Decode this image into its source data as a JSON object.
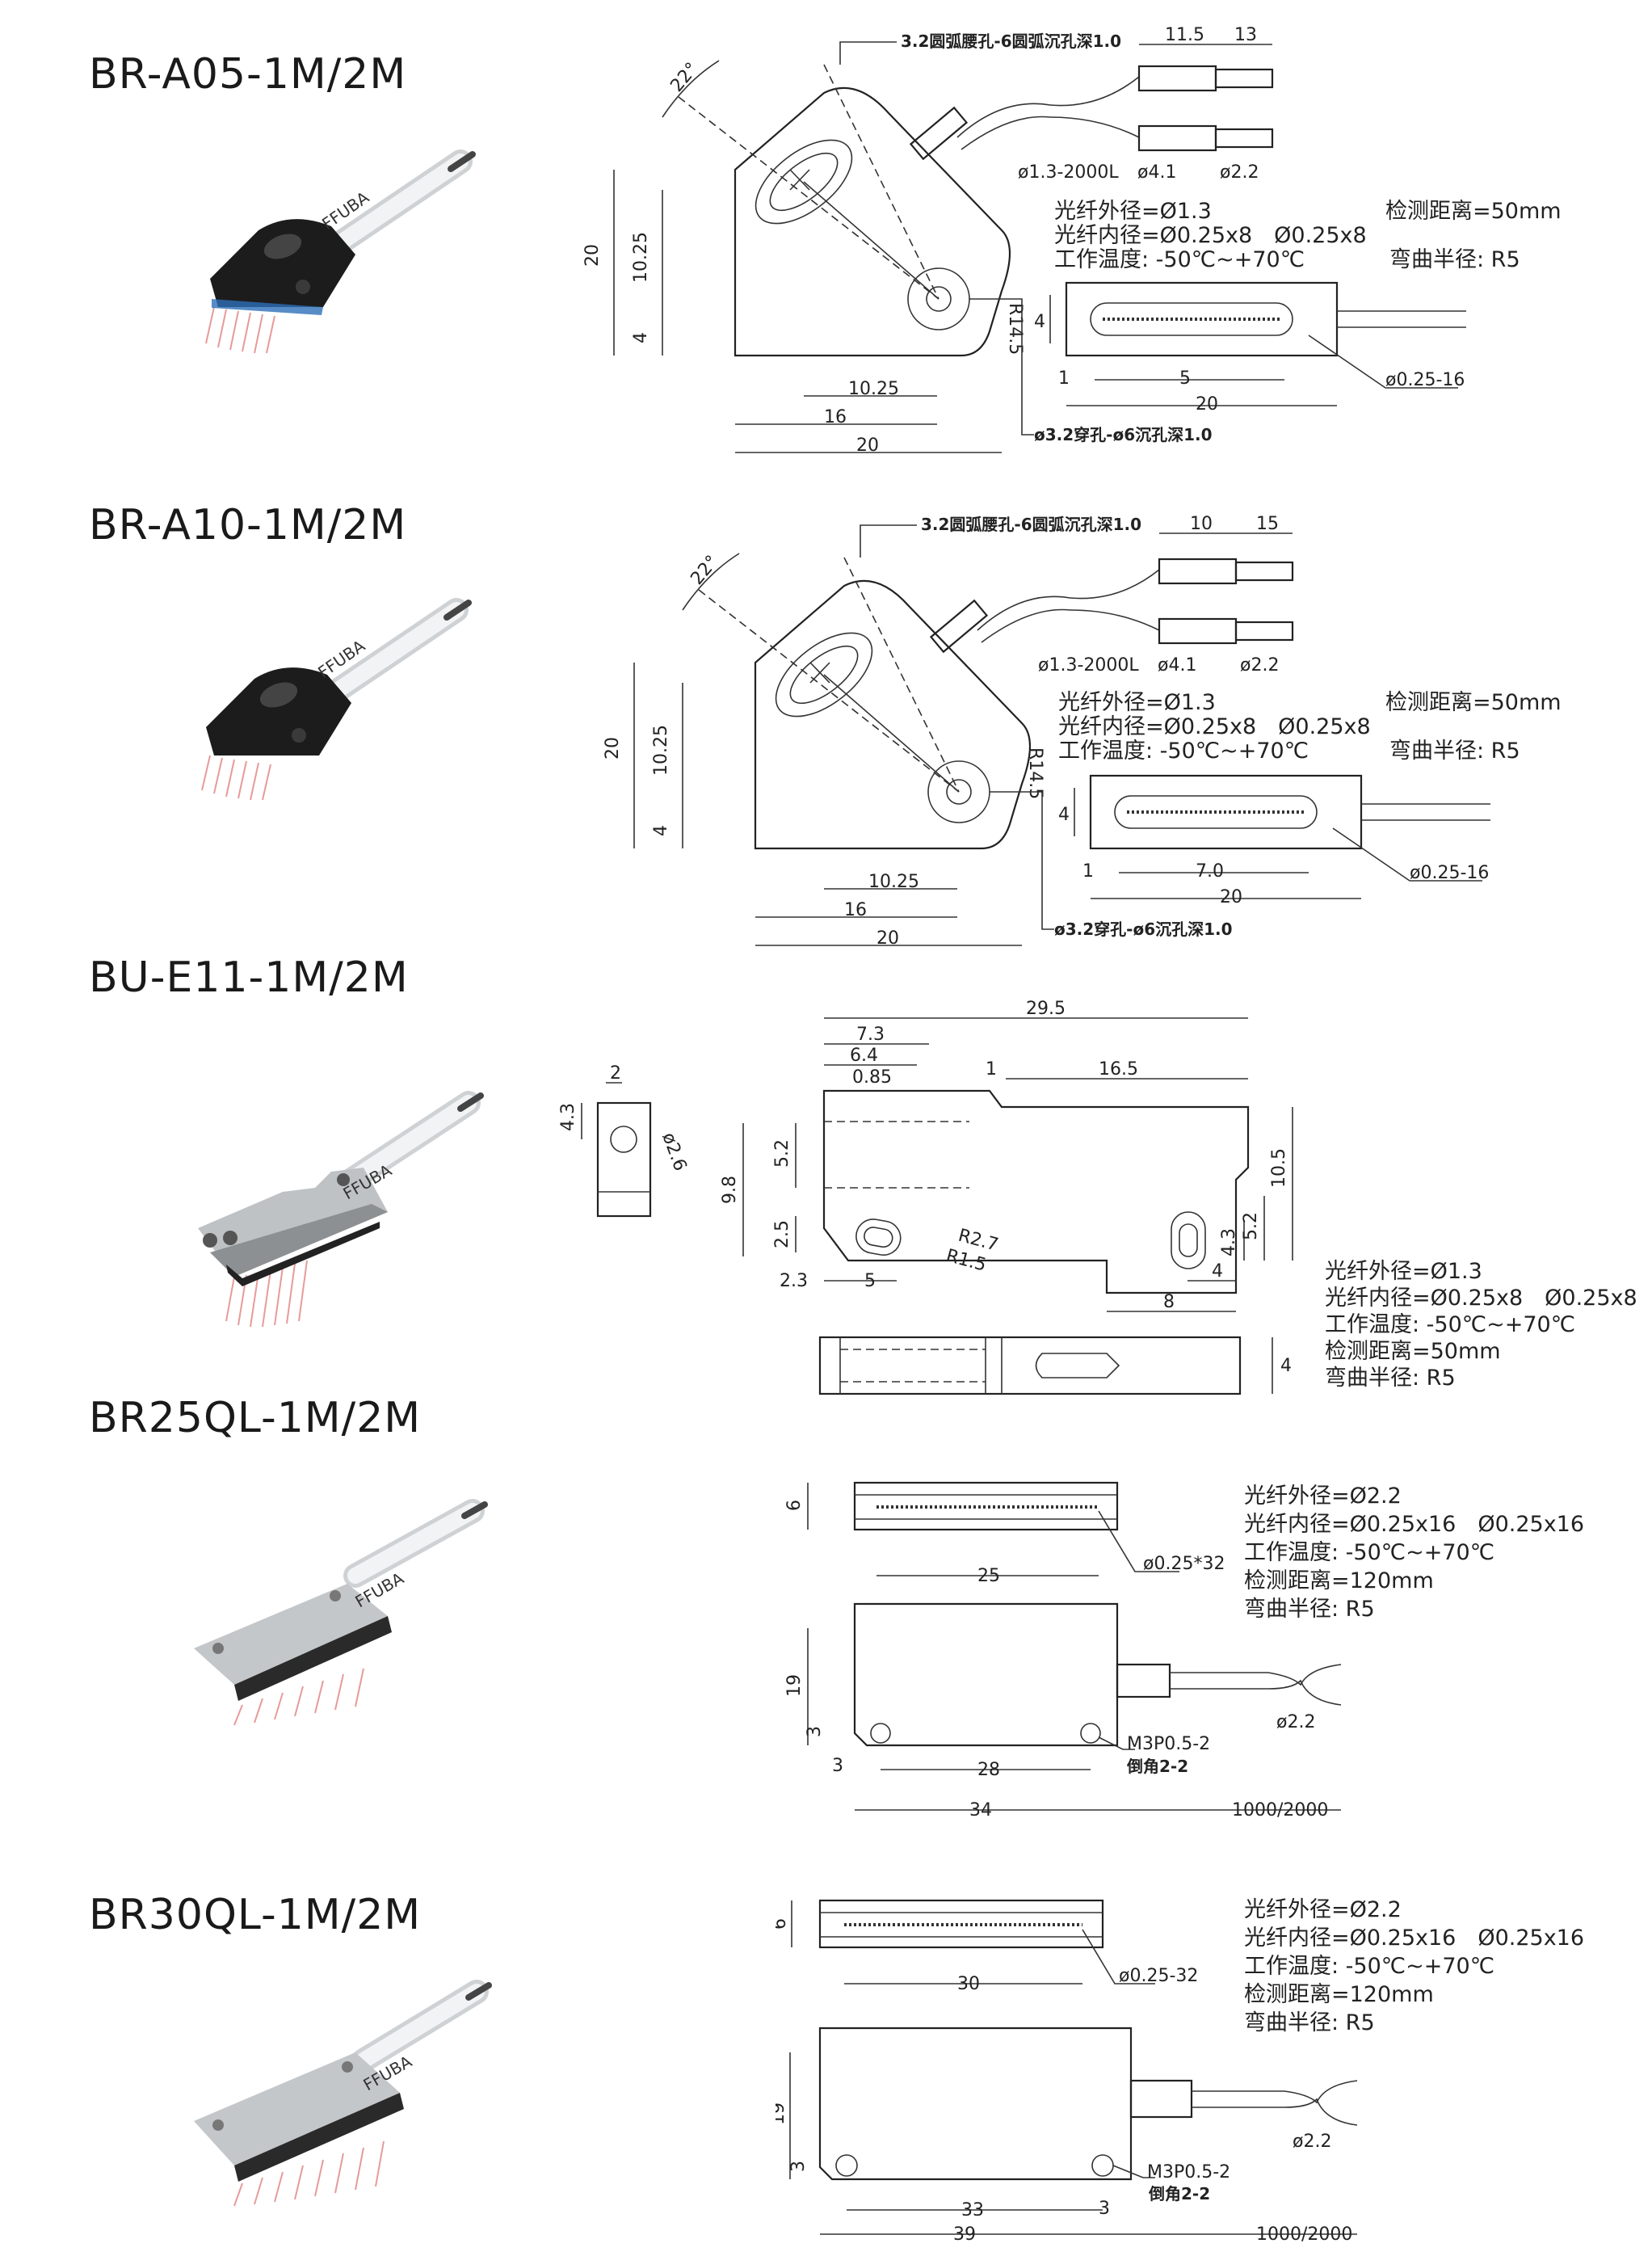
{
  "products": [
    {
      "model": "BR-A05-1M/2M",
      "brand": "FFUBA",
      "callout_top": "3.2圆弧腰孔-6圆弧沉孔深1.0",
      "callout_bottom": "ø3.2穿孔-ø6沉孔深1.0",
      "angle": "22°",
      "dims": {
        "h20": "20",
        "h1025": "10.25",
        "h4": "4",
        "w1025": "10.25",
        "w16": "16",
        "w20": "20",
        "r": "R14.5"
      },
      "cable_dims": {
        "a": "11.5",
        "b": "13",
        "l": "ø1.3-2000L",
        "d1": "ø4.1",
        "d2": "ø2.2"
      },
      "specs": [
        "光纤外径=Ø1.3",
        "光纤内径=Ø0.25x8　Ø0.25x8",
        "工作温度: -50℃~+70℃"
      ],
      "specs_right": [
        "检测距离=50mm",
        "弯曲半径: R5"
      ],
      "head_dims": {
        "h": "4",
        "one": "1",
        "five": "5",
        "twenty": "20",
        "fib": "ø0.25-16"
      }
    },
    {
      "model": "BR-A10-1M/2M",
      "brand": "FFUBA",
      "callout_top": "3.2圆弧腰孔-6圆弧沉孔深1.0",
      "callout_bottom": "ø3.2穿孔-ø6沉孔深1.0",
      "angle": "22°",
      "dims": {
        "h20": "20",
        "h1025": "10.25",
        "h4": "4",
        "w1025": "10.25",
        "w16": "16",
        "w20": "20",
        "r": "R14.5"
      },
      "cable_dims": {
        "a": "10",
        "b": "15",
        "l": "ø1.3-2000L",
        "d1": "ø4.1",
        "d2": "ø2.2"
      },
      "specs": [
        "光纤外径=Ø1.3",
        "光纤内径=Ø0.25x8　Ø0.25x8",
        "工作温度: -50℃~+70℃"
      ],
      "specs_right": [
        "检测距离=50mm",
        "弯曲半径: R5"
      ],
      "head_dims": {
        "h": "4",
        "one": "1",
        "five": "7.0",
        "twenty": "20",
        "fib": "ø0.25-16"
      }
    },
    {
      "model": "BU-E11-1M/2M",
      "brand": "FFUBA",
      "dims": {
        "d2": "2",
        "d43": "4.3",
        "d26": "ø2.6",
        "d295": "29.5",
        "d73": "7.3",
        "d64": "6.4",
        "d085": "0.85",
        "d1": "1",
        "d165": "16.5",
        "d98": "9.8",
        "d52": "5.2",
        "d25": "2.5",
        "d23": "2.3",
        "d5": "5",
        "r27": "R2.7",
        "r15": "R1.5",
        "d105": "10.5",
        "d43b": "4.3",
        "d52b": "5.2",
        "d4": "4",
        "d8": "8",
        "d4b": "4"
      },
      "specs": [
        "光纤外径=Ø1.3",
        "光纤内径=Ø0.25x8　Ø0.25x8",
        "工作温度: -50℃~+70℃",
        "检测距离=50mm",
        "弯曲半径: R5"
      ]
    },
    {
      "model": "BR25QL-1M/2M",
      "brand": "FFUBA",
      "dims": {
        "d6": "6",
        "d25": "25",
        "fib": "ø0.25*32",
        "d19": "19",
        "d3": "3",
        "d3b": "3",
        "d28": "28",
        "d34": "34",
        "len": "1000/2000",
        "m3": "M3P0.5-2",
        "chamfer": "倒角2-2",
        "d22": "ø2.2"
      },
      "specs": [
        "光纤外径=Ø2.2",
        "光纤内径=Ø0.25x16　Ø0.25x16",
        "工作温度: -50℃~+70℃",
        "检测距离=120mm",
        "弯曲半径: R5"
      ]
    },
    {
      "model": "BR30QL-1M/2M",
      "brand": "FFUBA",
      "dims": {
        "d6": "6",
        "d30": "30",
        "fib": "ø0.25-32",
        "d19": "19",
        "d3": "3",
        "d3b": "3",
        "d33": "33",
        "d39": "39",
        "len": "1000/2000",
        "m3": "M3P0.5-2",
        "chamfer": "倒角2-2",
        "d22": "ø2.2"
      },
      "specs": [
        "光纤外径=Ø2.2",
        "光纤内径=Ø0.25x16　Ø0.25x16",
        "工作温度: -50℃~+70℃",
        "检测距离=120mm",
        "弯曲半径: R5"
      ]
    }
  ]
}
